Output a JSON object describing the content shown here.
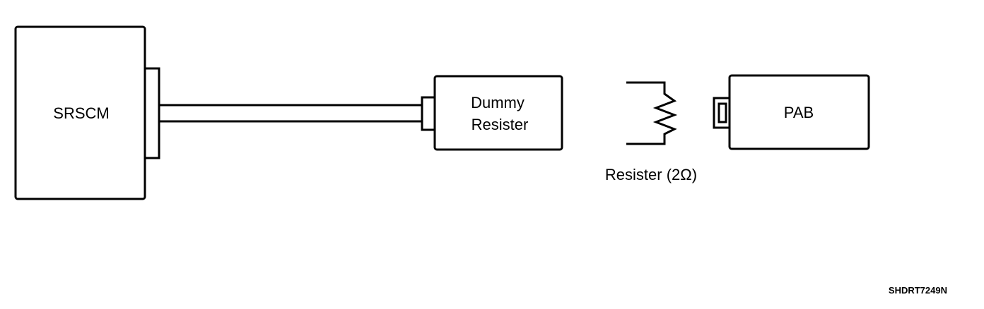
{
  "diagram": {
    "srscm": {
      "label": "SRSCM"
    },
    "dummy_resister": {
      "line1": "Dummy",
      "line2": "Resister"
    },
    "resister": {
      "label": "Resister (2Ω)"
    },
    "pab": {
      "label": "PAB"
    },
    "figure_code": "SHDRT7249N"
  }
}
